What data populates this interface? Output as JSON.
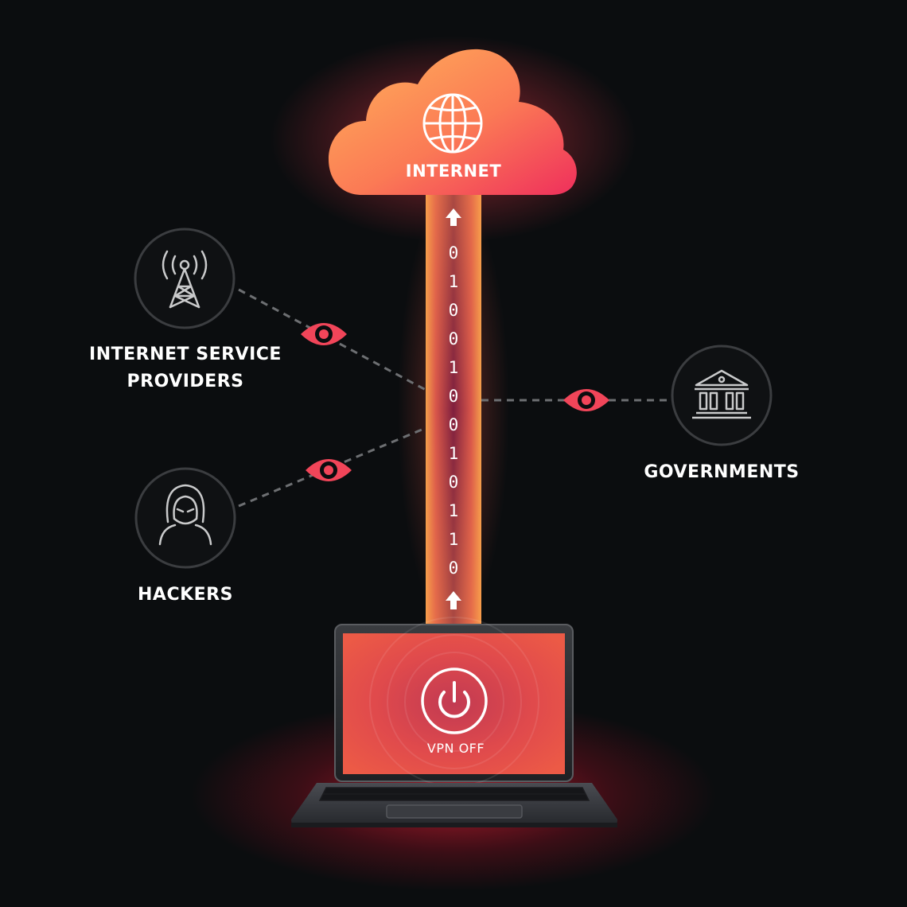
{
  "cloud": {
    "label": "INTERNET",
    "icon": "globe-icon"
  },
  "stream": {
    "bits": [
      "0",
      "1",
      "0",
      "0",
      "1",
      "0",
      "0",
      "1",
      "0",
      "1",
      "1",
      "0"
    ],
    "direction_icon": "arrow-up-icon"
  },
  "observers": {
    "isp": {
      "label_lines": [
        "INTERNET SERVICE",
        "PROVIDERS"
      ],
      "icon": "radio-tower-icon"
    },
    "hackers": {
      "label": "HACKERS",
      "icon": "hooded-hacker-icon"
    },
    "governments": {
      "label": "GOVERNMENTS",
      "icon": "government-building-icon"
    },
    "watch_icon": "eye-icon"
  },
  "laptop": {
    "status": "VPN OFF",
    "icon": "power-icon"
  },
  "colors": {
    "background": "#0b0d0f",
    "cloud_top": "#ffad55",
    "cloud_bottom": "#f23c5e",
    "beam_mid": "#8e2240",
    "beam_glow": "#f5a24a",
    "eye": "#f14559",
    "screen": "#e34a4c",
    "icon_ring": "#3b3d40",
    "icon_stroke": "#c9cacb"
  }
}
